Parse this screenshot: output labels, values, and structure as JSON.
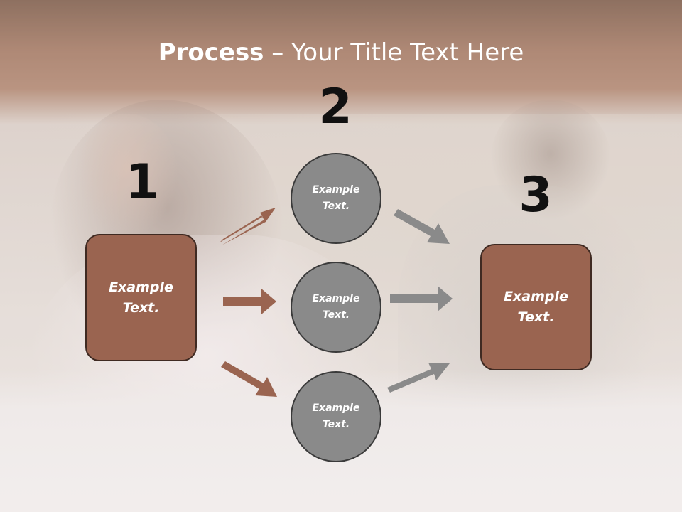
{
  "slide": {
    "title_bold": "Process",
    "title_rest": " – Your Title Text Here"
  },
  "colors": {
    "box_fill": "#9a6450",
    "box_border": "#3f2a22",
    "circle_fill": "#8a8a8a",
    "circle_border": "#3a3a3a",
    "brown_arrow": "#9a6450",
    "gray_arrow": "#8a8a8a",
    "title_text": "#ffffff",
    "number_text": "#111111"
  },
  "steps": {
    "step1": {
      "number": "1",
      "label": "Example\nText."
    },
    "step2": {
      "number": "2",
      "items": [
        {
          "label": "Example\nText."
        },
        {
          "label": "Example\nText."
        },
        {
          "label": "Example\nText."
        }
      ]
    },
    "step3": {
      "number": "3",
      "label": "Example\nText."
    }
  },
  "background": {
    "description_icon": "photo-couple-bed"
  }
}
